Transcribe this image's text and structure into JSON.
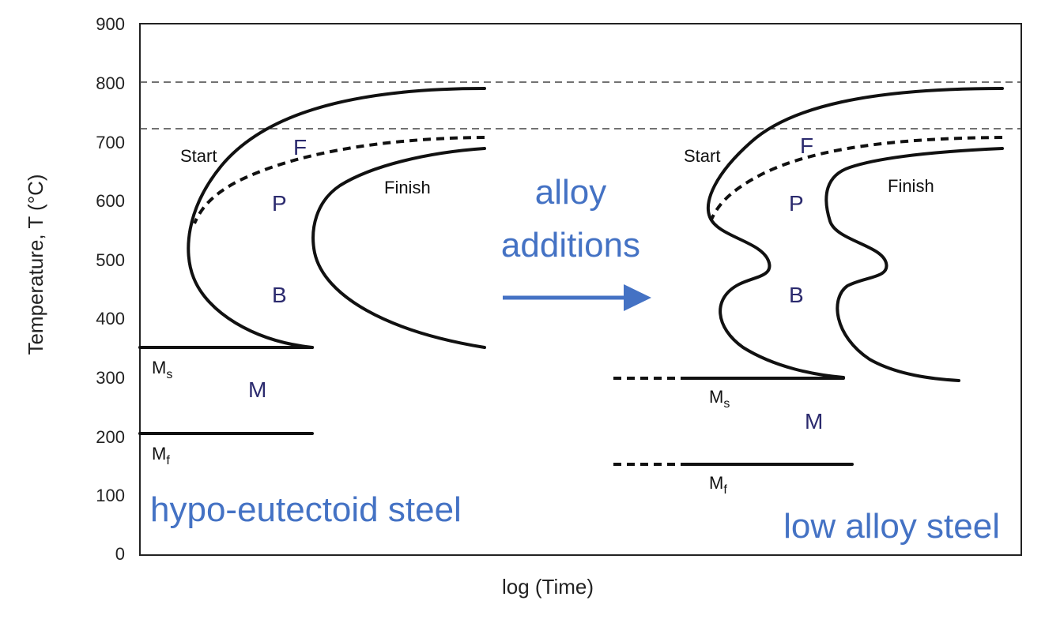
{
  "axes": {
    "ylabel": "Temperature, T  (°C)",
    "xlabel": "log (Time)",
    "yticks": [
      "900",
      "800",
      "700",
      "600",
      "500",
      "400",
      "300",
      "200",
      "100",
      "0"
    ]
  },
  "left_diagram": {
    "start": "Start",
    "finish": "Finish",
    "phases": {
      "F": "F",
      "P": "P",
      "B": "B",
      "M": "M"
    },
    "ms": {
      "base": "M",
      "sub": "s"
    },
    "mf": {
      "base": "M",
      "sub": "f"
    },
    "caption": "hypo-eutectoid steel"
  },
  "right_diagram": {
    "start": "Start",
    "finish": "Finish",
    "phases": {
      "F": "F",
      "P": "P",
      "B": "B",
      "M": "M"
    },
    "ms": {
      "base": "M",
      "sub": "s"
    },
    "mf": {
      "base": "M",
      "sub": "f"
    },
    "caption": "low alloy steel"
  },
  "transition": {
    "line1": "alloy",
    "line2": "additions"
  },
  "colors": {
    "accent": "#4472c4",
    "curve": "#111111",
    "phase_text": "#2b2a6e"
  }
}
